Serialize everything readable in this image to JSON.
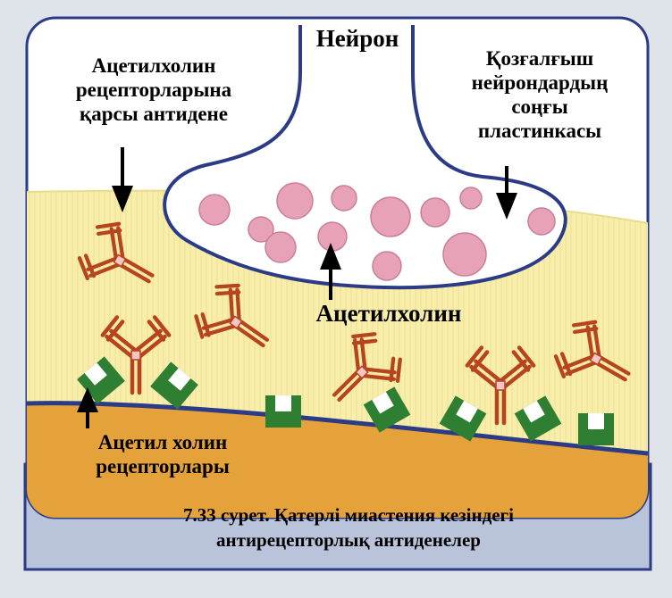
{
  "labels": {
    "neuron": "Нейрон",
    "acetylcholine_antibody": "Ацетилхолин\nрецепторларына\nқарсы антидене",
    "motor_end_plate": "Қозғалғыш\nнейрондардың\nсоңғы\nпластинкасы",
    "acetylcholine": "Ацетилхолин",
    "acetylcholine_receptors": "Ацетил холин\nрецепторлары"
  },
  "caption": "7.33 сурет. Қатерлі миастения кезіндегі\nантирецепторлық антиденелер",
  "colors": {
    "background": "#dfe3ea",
    "frame": "#2c3b86",
    "frame_fill": "#ffffff",
    "synaptic_cleft": "#f8eeaa",
    "muscle": "#e6a23a",
    "bottom_band": "#b9c4da",
    "vesicle": "#e7a2b8",
    "receptor": "#2f7f33",
    "antibody": "#b5441f",
    "arrow": "#000000"
  }
}
